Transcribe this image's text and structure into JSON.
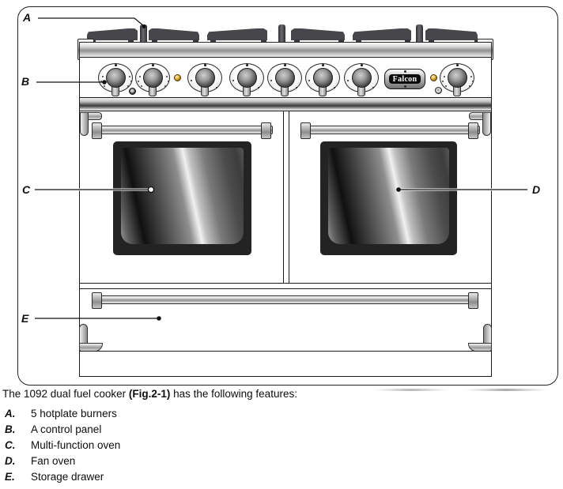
{
  "figure": {
    "badge_text": "Falcon",
    "callouts": {
      "a": "A",
      "b": "B",
      "c": "C",
      "d": "D",
      "e": "E"
    }
  },
  "caption": {
    "pre": "The 1092 dual fuel cooker ",
    "fig_ref": "(Fig.2-1)",
    "post": " has the following features:"
  },
  "features": [
    {
      "letter": "A.",
      "text": "5 hotplate burners"
    },
    {
      "letter": "B.",
      "text": "A control panel"
    },
    {
      "letter": "C.",
      "text": "Multi-function oven"
    },
    {
      "letter": "D.",
      "text": "Fan oven"
    },
    {
      "letter": "E.",
      "text": "Storage drawer"
    }
  ],
  "colors": {
    "ink": "#1a1a1a",
    "indicator_amber": "#d79a2b",
    "glass_dark": "#232323"
  }
}
